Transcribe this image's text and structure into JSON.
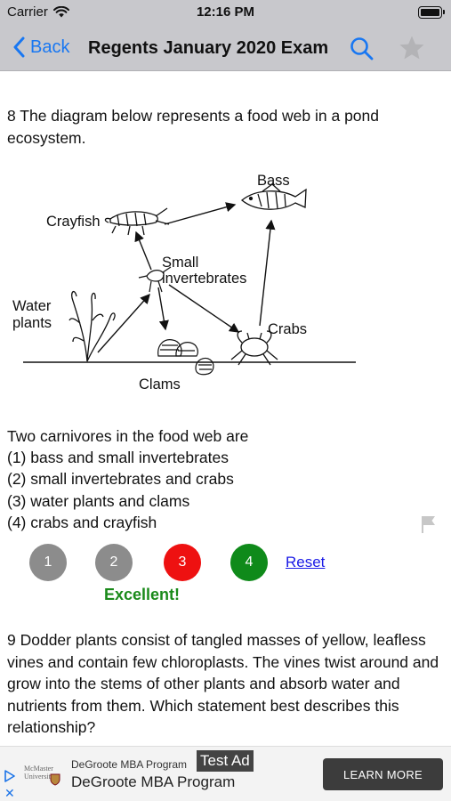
{
  "status": {
    "carrier": "Carrier",
    "time": "12:16 PM"
  },
  "nav": {
    "back_label": "Back",
    "title": "Regents January 2020 Exam"
  },
  "question8": {
    "stem": "8 The diagram below represents a food web in a pond ecosystem.",
    "diagram_labels": {
      "bass": "Bass",
      "crayfish": "Crayfish",
      "small_invertebrates_line1": "Small",
      "small_invertebrates_line2": "invertebrates",
      "water_plants_line1": "Water",
      "water_plants_line2": "plants",
      "crabs": "Crabs",
      "clams": "Clams"
    },
    "prompt": "Two carnivores in the food web are",
    "choices": [
      "(1) bass and small invertebrates",
      "(2) small invertebrates and crabs",
      "(3) water plants and clams",
      "(4) crabs and crayfish"
    ],
    "answer_buttons": [
      {
        "label": "1",
        "color": "#8c8c8c"
      },
      {
        "label": "2",
        "color": "#8c8c8c"
      },
      {
        "label": "3",
        "color": "#ee1111"
      },
      {
        "label": "4",
        "color": "#0f8a1a"
      }
    ],
    "reset_label": "Reset",
    "feedback": "Excellent!"
  },
  "question9": {
    "stem": "9 Dodder plants consist of tangled masses of yellow, leafless vines and contain few chloroplasts. The vines twist around and grow into the stems of other plants and absorb water and nutrients from them. Which statement best describes this relationship?"
  },
  "ad": {
    "logo_line1": "McMaster",
    "logo_line2": "University",
    "small_title": "DeGroote MBA Program",
    "badge": "Test Ad",
    "big_title": "DeGroote MBA Program",
    "cta": "LEARN MORE",
    "close": "✕"
  }
}
